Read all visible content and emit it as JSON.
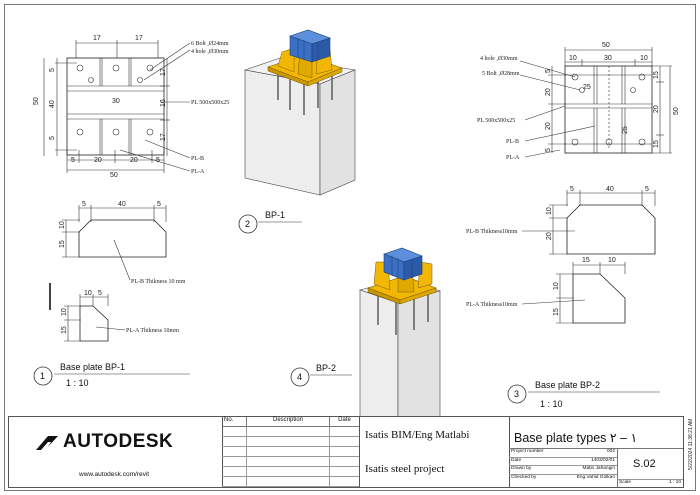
{
  "sheet": {
    "timestamp": "5/22/2024 11:38:21 AM"
  },
  "views": {
    "v1": {
      "num": "1",
      "title": "Base plate BP-1",
      "scale": "1 : 10"
    },
    "v2": {
      "num": "2",
      "title": "BP-1"
    },
    "v3": {
      "num": "3",
      "title": "Base plate BP-2",
      "scale": "1 : 10"
    },
    "v4": {
      "num": "4",
      "title": "BP-2"
    }
  },
  "bp1": {
    "dims_top": [
      "17",
      "17"
    ],
    "dims_left_outer": "50",
    "dims_left": [
      "5",
      "40",
      "5"
    ],
    "dims_mid": "30",
    "dims_right": [
      "17",
      "16",
      "17"
    ],
    "dims_bottom": [
      "5",
      "20",
      "20",
      "5"
    ],
    "dims_bottom_total": "50",
    "labels": {
      "bolt": "6 Bolt ,Ø24mm",
      "hole": "4 hole ,Ø30mm",
      "pl": "PL 500x500x25",
      "plb": "PL-B",
      "pla": "PL-A"
    }
  },
  "bp1_details": {
    "b_dims": [
      "5",
      "40",
      "5"
    ],
    "b_side": [
      "10",
      "15"
    ],
    "b_label": "PL-B Thikness 10 mm",
    "a_dims": [
      "10",
      "5"
    ],
    "a_side": [
      "10",
      "15"
    ],
    "a_label": "PL-A Thikness 10mm"
  },
  "bp2": {
    "dim_total": "50",
    "dims_top": [
      "10",
      "30",
      "10"
    ],
    "dims_left": [
      "5",
      "20",
      "20",
      "5"
    ],
    "dims_right_outer": "50",
    "dims_right": [
      "15",
      "20",
      "15"
    ],
    "inner_25a": "25",
    "inner_25b": "25",
    "labels": {
      "hole": "4 hole ,Ø30mm",
      "bolt": "5 Bolt ,Ø28mm",
      "pl": "PL 500x500x25",
      "plb": "PL-B",
      "pla": "PL-A"
    }
  },
  "bp2_details": {
    "b_dims": [
      "5",
      "40",
      "5"
    ],
    "b_side": [
      "10",
      "20"
    ],
    "b_label": "PL-B Thikness10mm",
    "a_dims": [
      "15",
      "10"
    ],
    "a_side": [
      "10",
      "15"
    ],
    "a_label": "PL-A Thikness10mm"
  },
  "title_block": {
    "logo": "AUTODESK",
    "website": "www.autodesk.com/revit",
    "rev_headers": [
      "No.",
      "Description",
      "Date"
    ],
    "company": "Isatis BIM/Eng Matlabi",
    "project": "Isatis steel project",
    "sheet_title": "Base plate types ١ – ٢",
    "project_number_label": "Project number",
    "project_number": "002",
    "date_label": "Date",
    "date": "1403/02/01",
    "drawn_label": "Drawn by",
    "drawn": "Matin Jahangiri",
    "checked_label": "Checked by",
    "checked": "Eng.Vahid Golkari",
    "sheet_number": "S.02",
    "scale_label": "Scale",
    "scale": "1 : 10"
  },
  "colors": {
    "plate_yellow": "#f2b705",
    "column_blue": "#3a6fc4",
    "concrete": "#ececec",
    "line": "#333333"
  }
}
